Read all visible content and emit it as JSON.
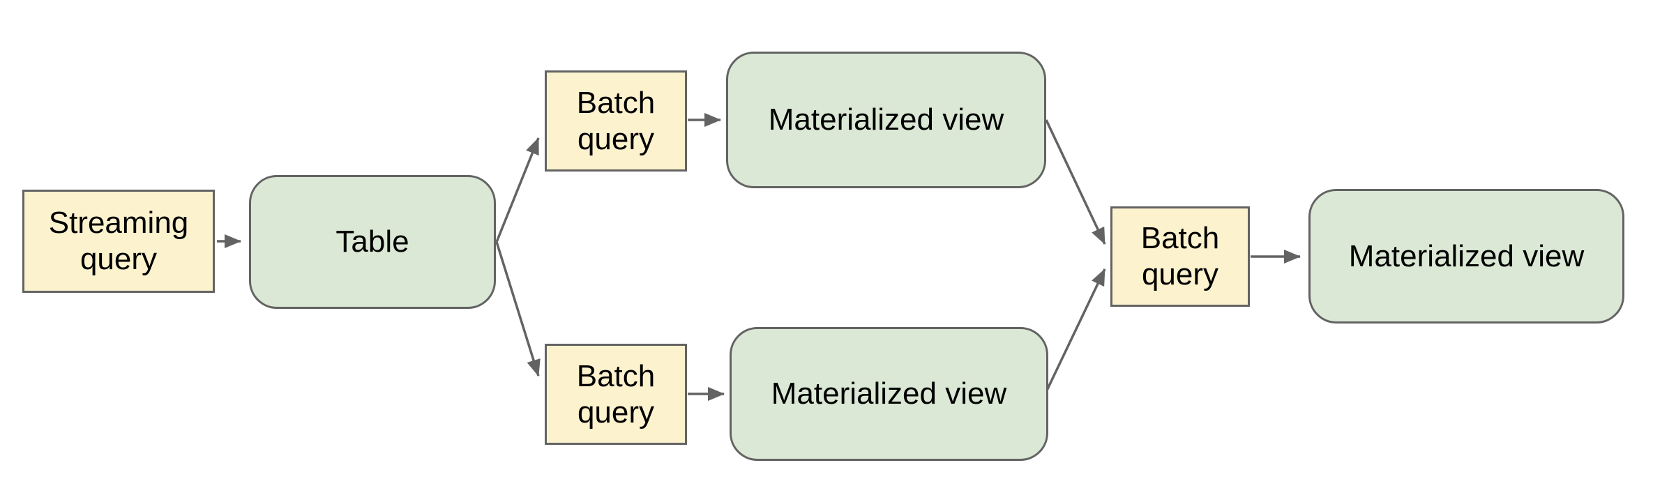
{
  "diagram": {
    "background": "#ffffff",
    "colors": {
      "query_fill": "#fcf2cd",
      "view_fill": "#dbe8d5",
      "border": "#636363",
      "arrow": "#636363",
      "text": "#000000"
    },
    "nodes": [
      {
        "id": "streaming-query",
        "label": "Streaming query",
        "shape": "rectangle",
        "role": "query"
      },
      {
        "id": "table",
        "label": "Table",
        "shape": "rounded-rectangle",
        "role": "table"
      },
      {
        "id": "batch-query-top",
        "label": "Batch query",
        "shape": "rectangle",
        "role": "query"
      },
      {
        "id": "materialized-view-top",
        "label": "Materialized view",
        "shape": "rounded-rectangle",
        "role": "view"
      },
      {
        "id": "batch-query-bottom",
        "label": "Batch query",
        "shape": "rectangle",
        "role": "query"
      },
      {
        "id": "materialized-view-bottom",
        "label": "Materialized view",
        "shape": "rounded-rectangle",
        "role": "view"
      },
      {
        "id": "batch-query-right",
        "label": "Batch query",
        "shape": "rectangle",
        "role": "query"
      },
      {
        "id": "materialized-view-right",
        "label": "Materialized view",
        "shape": "rounded-rectangle",
        "role": "view"
      }
    ],
    "edges": [
      {
        "from": "streaming-query",
        "to": "table"
      },
      {
        "from": "table",
        "to": "batch-query-top"
      },
      {
        "from": "table",
        "to": "batch-query-bottom"
      },
      {
        "from": "batch-query-top",
        "to": "materialized-view-top"
      },
      {
        "from": "batch-query-bottom",
        "to": "materialized-view-bottom"
      },
      {
        "from": "materialized-view-top",
        "to": "batch-query-right"
      },
      {
        "from": "materialized-view-bottom",
        "to": "batch-query-right"
      },
      {
        "from": "batch-query-right",
        "to": "materialized-view-right"
      }
    ]
  }
}
